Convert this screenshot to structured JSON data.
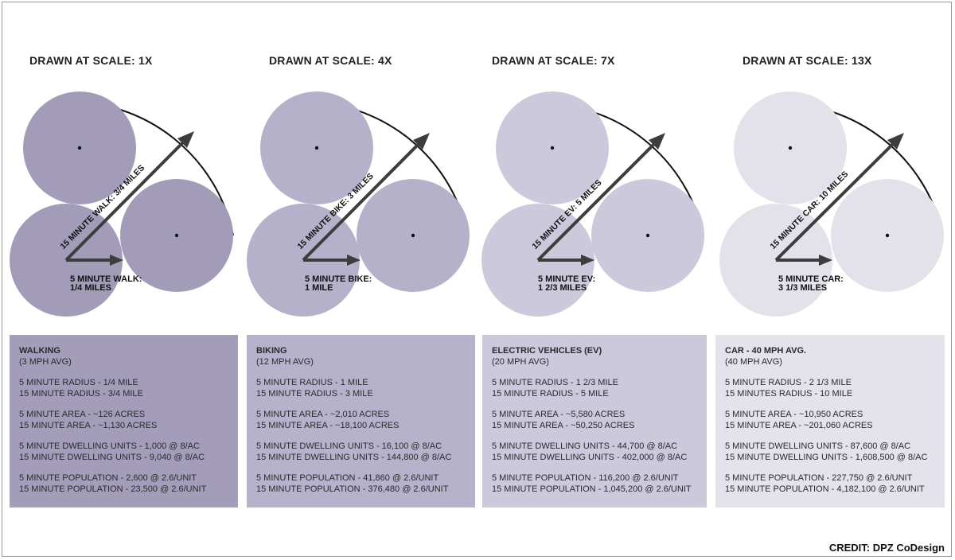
{
  "colors": {
    "walking": "#a29cb9",
    "biking": "#b6b1cb",
    "ev": "#cdc9dc",
    "car": "#e3e1ea",
    "walking_box": "#a39dba",
    "biking_box": "#b7b2cc",
    "ev_box": "#cdc9dc",
    "car_box": "#e4e2eb",
    "arrow": "#3d3d3d"
  },
  "panels": [
    {
      "id": "walking",
      "scale_title": "DRAWN AT SCALE: 1X",
      "diagonal_label": "15 MINUTE WALK: 3/4 MILES",
      "short_label_1": "5 MINUTE WALK:",
      "short_label_2": "1/4  MILES",
      "mode_name": "WALKING",
      "mode_speed": "(3 MPH AVG)",
      "radius_5": "5 MINUTE RADIUS - 1/4 MILE",
      "radius_15": "15 MINUTE RADIUS - 3/4 MILE",
      "area_5": "5 MINUTE AREA - ~126 ACRES",
      "area_15": "15 MINUTE AREA - ~1,130 ACRES",
      "units_5": "5 MINUTE DWELLING UNITS - 1,000 @ 8/AC",
      "units_15": "15 MINUTE DWELLING UNITS - 9,040 @ 8/AC",
      "pop_5": "5 MINUTE POPULATION - 2,600 @ 2.6/UNIT",
      "pop_15": "15 MINUTE POPULATION - 23,500 @ 2.6/UNIT"
    },
    {
      "id": "biking",
      "scale_title": "DRAWN AT SCALE: 4X",
      "diagonal_label": "15 MINUTE BIKE: 3 MILES",
      "short_label_1": "5 MINUTE BIKE:",
      "short_label_2": "1  MILE",
      "mode_name": "BIKING",
      "mode_speed": "(12 MPH AVG)",
      "radius_5": "5 MINUTE RADIUS - 1 MILE",
      "radius_15": "15 MINUTE RADIUS - 3 MILE",
      "area_5": "5 MINUTE AREA - ~2,010 ACRES",
      "area_15": "15 MINUTE AREA - ~18,100 ACRES",
      "units_5": "5 MINUTE DWELLING UNITS - 16,100 @ 8/AC",
      "units_15": "15 MINUTE DWELLING UNITS - 144,800 @ 8/AC",
      "pop_5": "5 MINUTE POPULATION - 41,860 @ 2.6/UNIT",
      "pop_15": "15 MINUTE POPULATION - 376,480 @ 2.6/UNIT"
    },
    {
      "id": "ev",
      "scale_title": "DRAWN AT SCALE: 7X",
      "diagonal_label": "15 MINUTE EV: 5 MILES",
      "short_label_1": "5 MINUTE EV:",
      "short_label_2": "1 2/3  MILES",
      "mode_name": "ELECTRIC VEHICLES (EV)",
      "mode_speed": "(20 MPH AVG)",
      "radius_5": "5 MINUTE RADIUS - 1 2/3 MILE",
      "radius_15": "15 MINUTE RADIUS - 5 MILE",
      "area_5": "5 MINUTE AREA - ~5,580 ACRES",
      "area_15": "15 MINUTE AREA - ~50,250 ACRES",
      "units_5": "5 MINUTE DWELLING UNITS - 44,700 @ 8/AC",
      "units_15": "15 MINUTE DWELLING UNITS - 402,000 @ 8/AC",
      "pop_5": "5 MINUTE POPULATION - 116,200 @ 2.6/UNIT",
      "pop_15": "15 MINUTE POPULATION - 1,045,200 @ 2.6/UNIT"
    },
    {
      "id": "car",
      "scale_title": "DRAWN AT SCALE: 13X",
      "diagonal_label": "15 MINUTE CAR: 10 MILES",
      "short_label_1": "5 MINUTE CAR:",
      "short_label_2": "3 1/3  MILES",
      "mode_name": "CAR - 40 MPH AVG.",
      "mode_speed": "(40 MPH AVG)",
      "radius_5": "5 MINUTE RADIUS - 2 1/3 MILE",
      "radius_15": "15 MINUTES RADIUS - 10 MILE",
      "area_5": "5 MINUTE AREA - ~10,950 ACRES",
      "area_15": "15 MINUTE AREA - ~201,060 ACRES",
      "units_5": "5 MINUTE DWELLING UNITS - 87,600 @ 8/AC",
      "units_15": "15 MINUTE DWELLING UNITS - 1,608,500 @ 8/AC",
      "pop_5": "5 MINUTE POPULATION - 227,750 @ 2.6/UNIT",
      "pop_15": "15 MINUTE POPULATION - 4,182,100 @ 2.6/UNIT"
    }
  ],
  "credit": "CREDIT: DPZ CoDesign"
}
